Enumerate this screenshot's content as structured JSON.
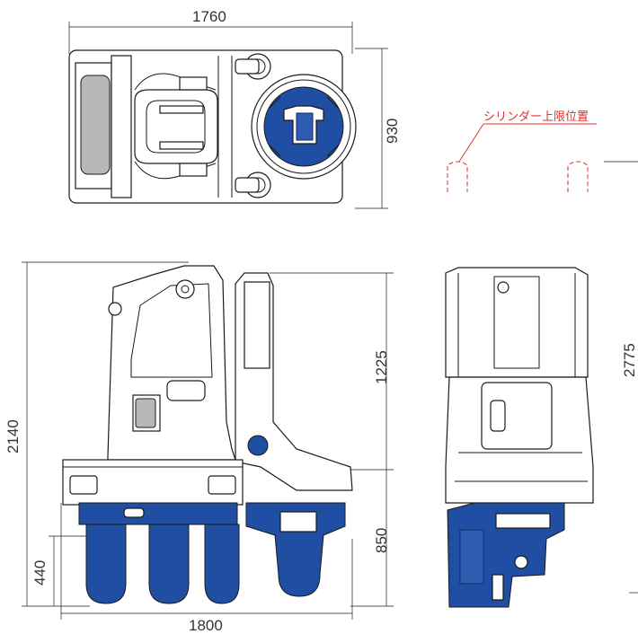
{
  "dimensions": {
    "top_width": "1760",
    "top_depth": "930",
    "overall_height": "2140",
    "upper_height": "1225",
    "lower_height": "850",
    "jaw_height": "440",
    "bottom_width": "1800",
    "side_height": "2775"
  },
  "annotation": {
    "cylinder_limit": "シリンダー上限位置"
  },
  "colors": {
    "body_blue": "#1f4ea3",
    "annotation_red": "#e03030",
    "line": "#1a1a1a"
  }
}
